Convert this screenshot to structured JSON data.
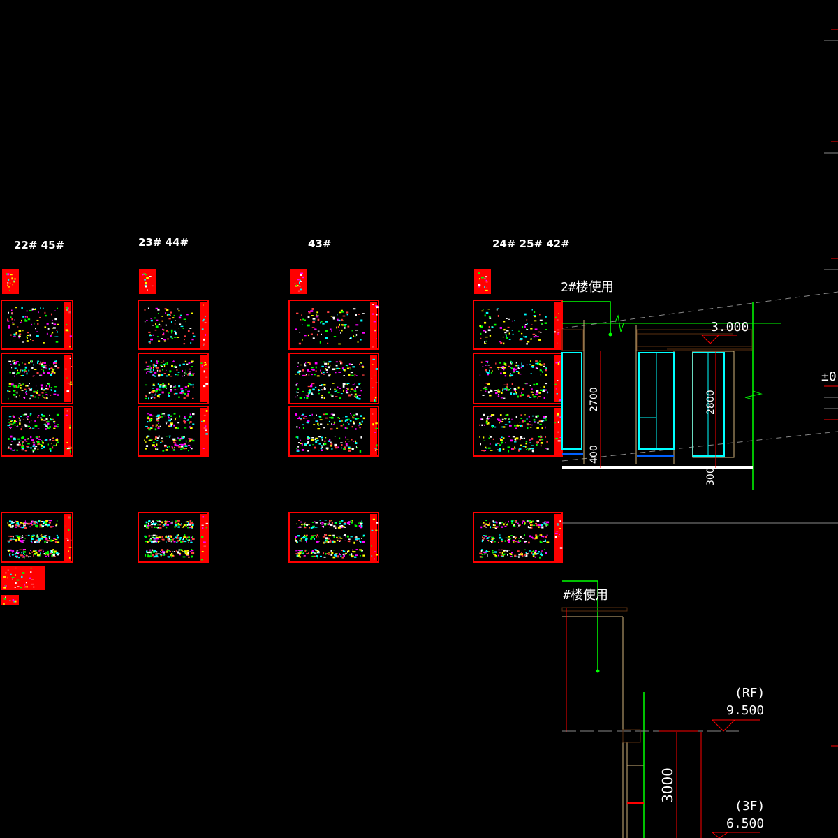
{
  "groups": [
    {
      "label": "22# 45#"
    },
    {
      "label": "23# 44#"
    },
    {
      "label": "43#"
    },
    {
      "label": "24# 25# 42#"
    }
  ],
  "elevation_upper": {
    "note": "2#楼使用",
    "level": "3.000",
    "dim_2700": "2700",
    "dim_400": "400",
    "dim_2800": "2800",
    "dim_300": "300",
    "right_level": "±0"
  },
  "elevation_lower": {
    "note": "#楼使用",
    "rf_label": "(RF)",
    "rf_level": "9.500",
    "f3_label": "(3F)",
    "f3_level": "6.500",
    "dim_3000": "3000"
  },
  "colors": {
    "sheet_border": "#ff0000",
    "green": "#00ff00",
    "cyan": "#00ffff",
    "tan": "#d2b47c",
    "brown": "#5a3010"
  }
}
